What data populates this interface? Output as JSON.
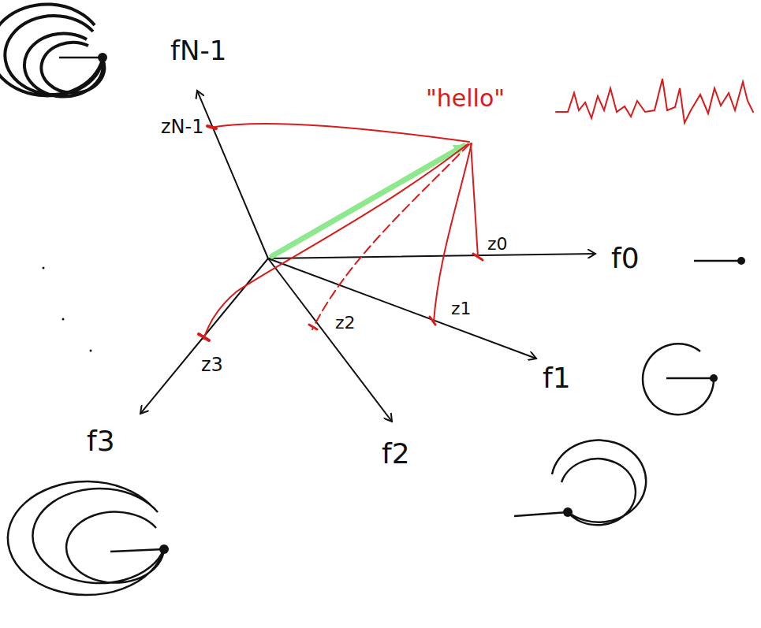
{
  "diagram": {
    "labels": [
      "fN-1",
      "\"hello\"",
      "zN-1",
      "z0",
      "f0",
      "z1",
      "f1",
      "z2",
      "z3",
      "f3",
      "f2"
    ]
  }
}
